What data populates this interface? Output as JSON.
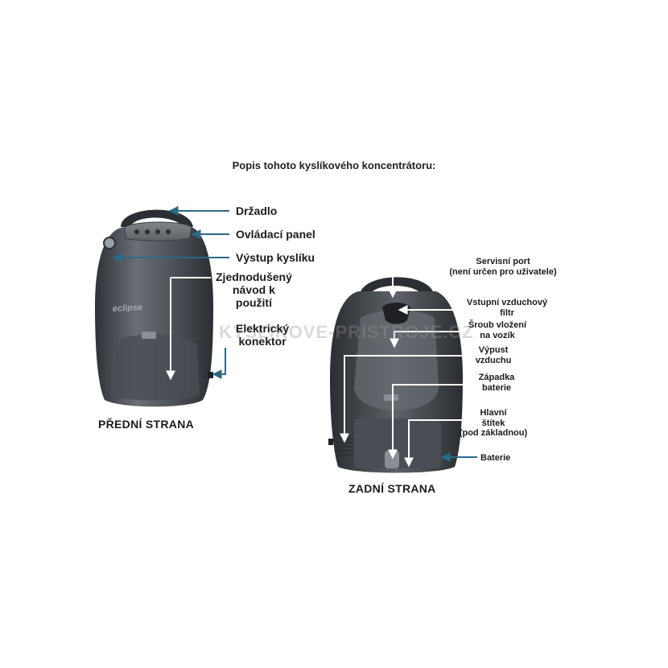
{
  "title": "Popis tohoto kyslíkového koncentrátoru:",
  "watermark": "KYSLIKOVE-PRISTROJE.CZ",
  "front": {
    "caption": "PŘEDNÍ STRANA",
    "brand": "eclipse",
    "labels": {
      "handle": "Držadlo",
      "control_panel": "Ovládací panel",
      "oxygen_outlet": "Výstup kyslíku",
      "quick_guide": "Zjednodušený\nnávod k\npoužití",
      "electric_connector": "Elektrický\nkonektor"
    }
  },
  "back": {
    "caption": "ZADNÍ STRANA",
    "labels": {
      "service_port": "Servisní port\n(není určen pro uživatele)",
      "air_filter": "Vstupní vzduchový\nfiltr",
      "cart_screw": "Šroub vložení\nna vozík",
      "air_exhaust": "Výpust\nvzduchu",
      "battery_latch": "Západka\nbaterie",
      "main_label": "Hlavní\nštítek\n(pod základnou)",
      "battery": "Baterie"
    }
  },
  "colors": {
    "arrow": "#2a6a87",
    "device_dark": "#3a3d42",
    "device_mid": "#5b5f66",
    "device_light": "#8a8e95"
  }
}
